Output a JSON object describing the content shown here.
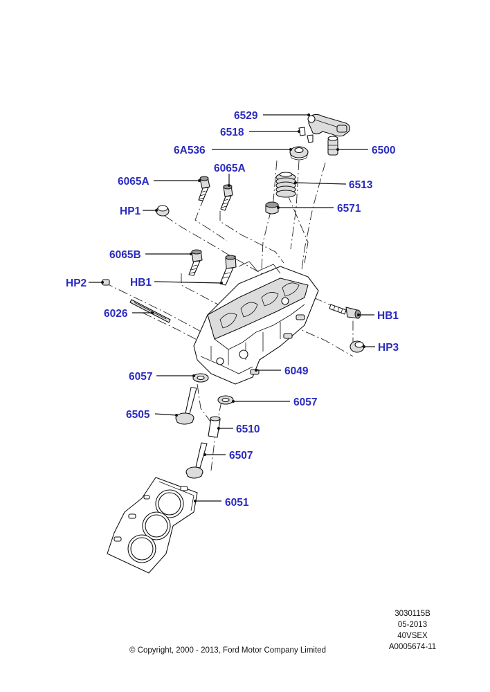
{
  "callouts": {
    "c6529": "6529",
    "c6518": "6518",
    "c6A536": "6A536",
    "c6500": "6500",
    "c6065A_left": "6065A",
    "c6065A_right": "6065A",
    "c6513": "6513",
    "cHP1": "HP1",
    "c6571": "6571",
    "c6065B": "6065B",
    "cHP2": "HP2",
    "cHB1_left": "HB1",
    "c6026": "6026",
    "cHB1_right": "HB1",
    "cHP3": "HP3",
    "c6057_left": "6057",
    "c6049": "6049",
    "c6057_right": "6057",
    "c6505": "6505",
    "c6510": "6510",
    "c6507": "6507",
    "c6051": "6051"
  },
  "footer": {
    "ref_lines": [
      "3030115B",
      "05-2013",
      "40VSEX",
      "A0005674-11"
    ],
    "copyright": "© Copyright, 2000 - 2013, Ford Motor Company Limited"
  },
  "colors": {
    "callout": "#2b2bbf",
    "line": "#111111"
  }
}
